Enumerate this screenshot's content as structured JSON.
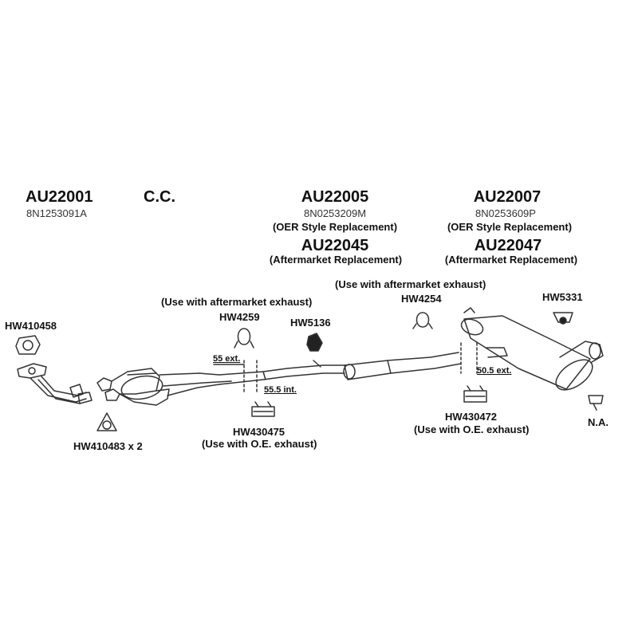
{
  "parts": {
    "front_pipe": {
      "number": "AU22001",
      "oem": "8N1253091A"
    },
    "catalytic": {
      "label": "C.C."
    },
    "resonator": {
      "number": "AU22005",
      "oem": "8N0253209M",
      "oer_note": "(OER Style Replacement)",
      "aftermarket_number": "AU22045",
      "aftermarket_note": "(Aftermarket Replacement)"
    },
    "muffler": {
      "number": "AU22007",
      "oem": "8N0253609P",
      "oer_note": "(OER Style Replacement)",
      "aftermarket_number": "AU22047",
      "aftermarket_note": "(Aftermarket Replacement)"
    }
  },
  "hardware": {
    "hw410458": "HW410458",
    "hw410483": "HW410483 x 2",
    "hw4259": "HW4259",
    "hw4259_note": "(Use with aftermarket exhaust)",
    "hw5136": "HW5136",
    "hw430475": "HW430475",
    "hw430475_note": "(Use with O.E. exhaust)",
    "hw4254": "HW4254",
    "hw4254_note": "(Use with aftermarket exhaust)",
    "hw5331": "HW5331",
    "hw430472": "HW430472",
    "hw430472_note": "(Use with O.E. exhaust)",
    "na": "N.A."
  },
  "dimensions": {
    "ext_55": "55 ext.",
    "int_555": "55.5 int.",
    "ext_505": "50.5 ext."
  },
  "colors": {
    "line": "#333333",
    "text": "#111111"
  }
}
